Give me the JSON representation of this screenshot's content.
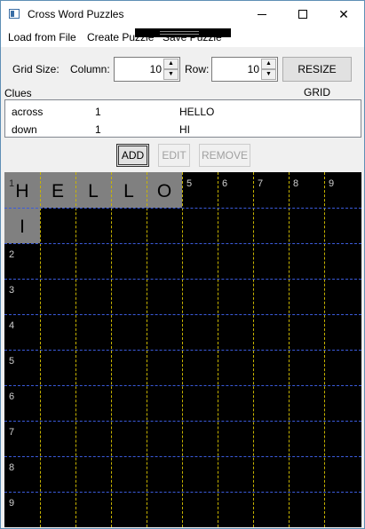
{
  "window": {
    "title": "Cross Word Puzzles"
  },
  "titlebar": {
    "minimize_glyph": "",
    "close_glyph": "✕"
  },
  "menu": {
    "items": [
      "Load from File",
      "Create Puzzle",
      "Save Puzzle"
    ]
  },
  "grid_size": {
    "label": "Grid Size:",
    "column_label": "Column:",
    "column_value": "10",
    "row_label": "Row:",
    "row_value": "10",
    "resize_label": "RESIZE GRID",
    "spin_up_glyph": "▲",
    "spin_down_glyph": "▼"
  },
  "clues": {
    "label": "Clues",
    "rows": [
      {
        "direction": "across",
        "number": "1",
        "answer": "HELLO"
      },
      {
        "direction": "down",
        "number": "1",
        "answer": "HI"
      }
    ]
  },
  "actions": {
    "add": "ADD",
    "edit": "EDIT",
    "remove": "REMOVE"
  },
  "puzzle": {
    "columns": 10,
    "rows": 10,
    "column_numbers": [
      "",
      "",
      "",
      "",
      "",
      "5",
      "6",
      "7",
      "8",
      "9"
    ],
    "row_numbers": [
      "1",
      "",
      "2",
      "3",
      "4",
      "5",
      "6",
      "7",
      "8",
      "9"
    ],
    "cells": [
      {
        "row": 0,
        "col": 0,
        "letter": "H"
      },
      {
        "row": 0,
        "col": 1,
        "letter": "E"
      },
      {
        "row": 0,
        "col": 2,
        "letter": "L"
      },
      {
        "row": 0,
        "col": 3,
        "letter": "L"
      },
      {
        "row": 0,
        "col": 4,
        "letter": "O"
      },
      {
        "row": 1,
        "col": 0,
        "letter": "I"
      }
    ],
    "colors": {
      "filled": "#808080",
      "empty": "#000000",
      "vline": "#c8b400",
      "hline": "#3b5bdb"
    }
  }
}
